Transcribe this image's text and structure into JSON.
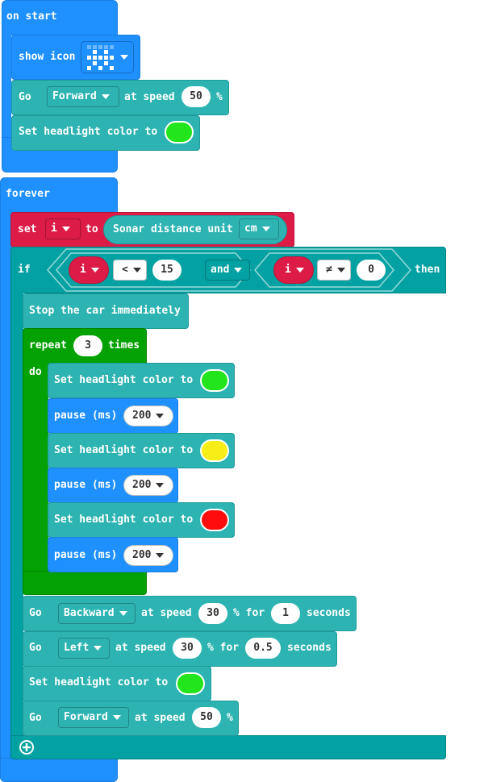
{
  "on_start": {
    "hat_label": "on start",
    "show_icon_label": "show icon",
    "go_label": "Go",
    "go_direction": "Forward",
    "at_speed_label": "at speed",
    "go_speed": "50",
    "percent": "%",
    "headlight_label": "Set headlight color to",
    "headlight_color": "#22e51b"
  },
  "forever": {
    "hat_label": "forever",
    "set_label": "set",
    "var_name": "i",
    "to_label": "to",
    "sonar_label": "Sonar distance unit",
    "sonar_unit": "cm",
    "if_label": "if",
    "then_label": "then",
    "and_label": "and",
    "cond1": {
      "var": "i",
      "op": "<",
      "value": "15"
    },
    "cond2": {
      "var": "i",
      "op": "≠",
      "value": "0"
    },
    "stop_label": "Stop the car immediately",
    "repeat_label": "repeat",
    "repeat_count": "3",
    "times_label": "times",
    "do_label": "do",
    "loop": [
      {
        "headlight_label": "Set headlight color to",
        "color": "#22e51b",
        "pause_label": "pause (ms)",
        "pause_value": "200"
      },
      {
        "headlight_label": "Set headlight color to",
        "color": "#f7ee17",
        "pause_label": "pause (ms)",
        "pause_value": "200"
      },
      {
        "headlight_label": "Set headlight color to",
        "color": "#ff0d0d",
        "pause_label": "pause (ms)",
        "pause_value": "200"
      }
    ],
    "go_back": {
      "go_label": "Go",
      "direction": "Backward",
      "at_speed_label": "at speed",
      "speed": "30",
      "for_label": "% for",
      "duration": "1",
      "seconds_label": "seconds"
    },
    "go_left": {
      "go_label": "Go",
      "direction": "Left",
      "at_speed_label": "at speed",
      "speed": "30",
      "for_label": "% for",
      "duration": "0.5",
      "seconds_label": "seconds"
    },
    "headlight_label": "Set headlight color to",
    "headlight_color": "#22e51b",
    "go_fwd": {
      "go_label": "Go",
      "direction": "Forward",
      "at_speed_label": "at speed",
      "speed": "50",
      "percent": "%"
    }
  },
  "colors": {
    "basic_blue": "#1e90ff",
    "robot_teal": "#2eb3b3",
    "logic_teal": "#03a1a1",
    "variables_red": "#dc1b47",
    "loops_green": "#03a102"
  }
}
